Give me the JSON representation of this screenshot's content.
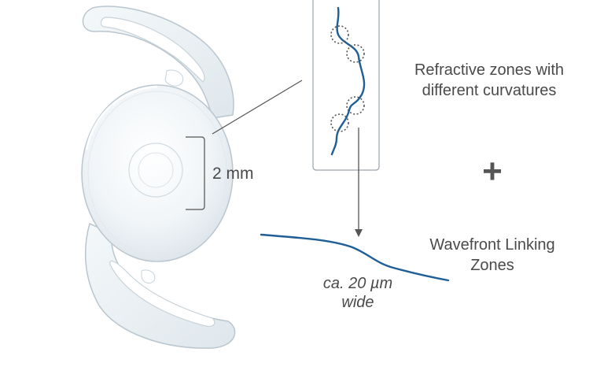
{
  "labels": {
    "refractive_line1": "Refractive zones with",
    "refractive_line2": "different curvatures",
    "wavefront_line1": "Wavefront Linking",
    "wavefront_line2": "Zones",
    "diameter": "2 mm",
    "width_line1": "ca. 20 µm",
    "width_line2": "wide",
    "plus": "+"
  },
  "colors": {
    "wave_blue": "#1f5f96",
    "text_gray": "#4a4a4a",
    "lens_edge": "#b9c6cf",
    "lens_fill": "#eef3f6"
  }
}
